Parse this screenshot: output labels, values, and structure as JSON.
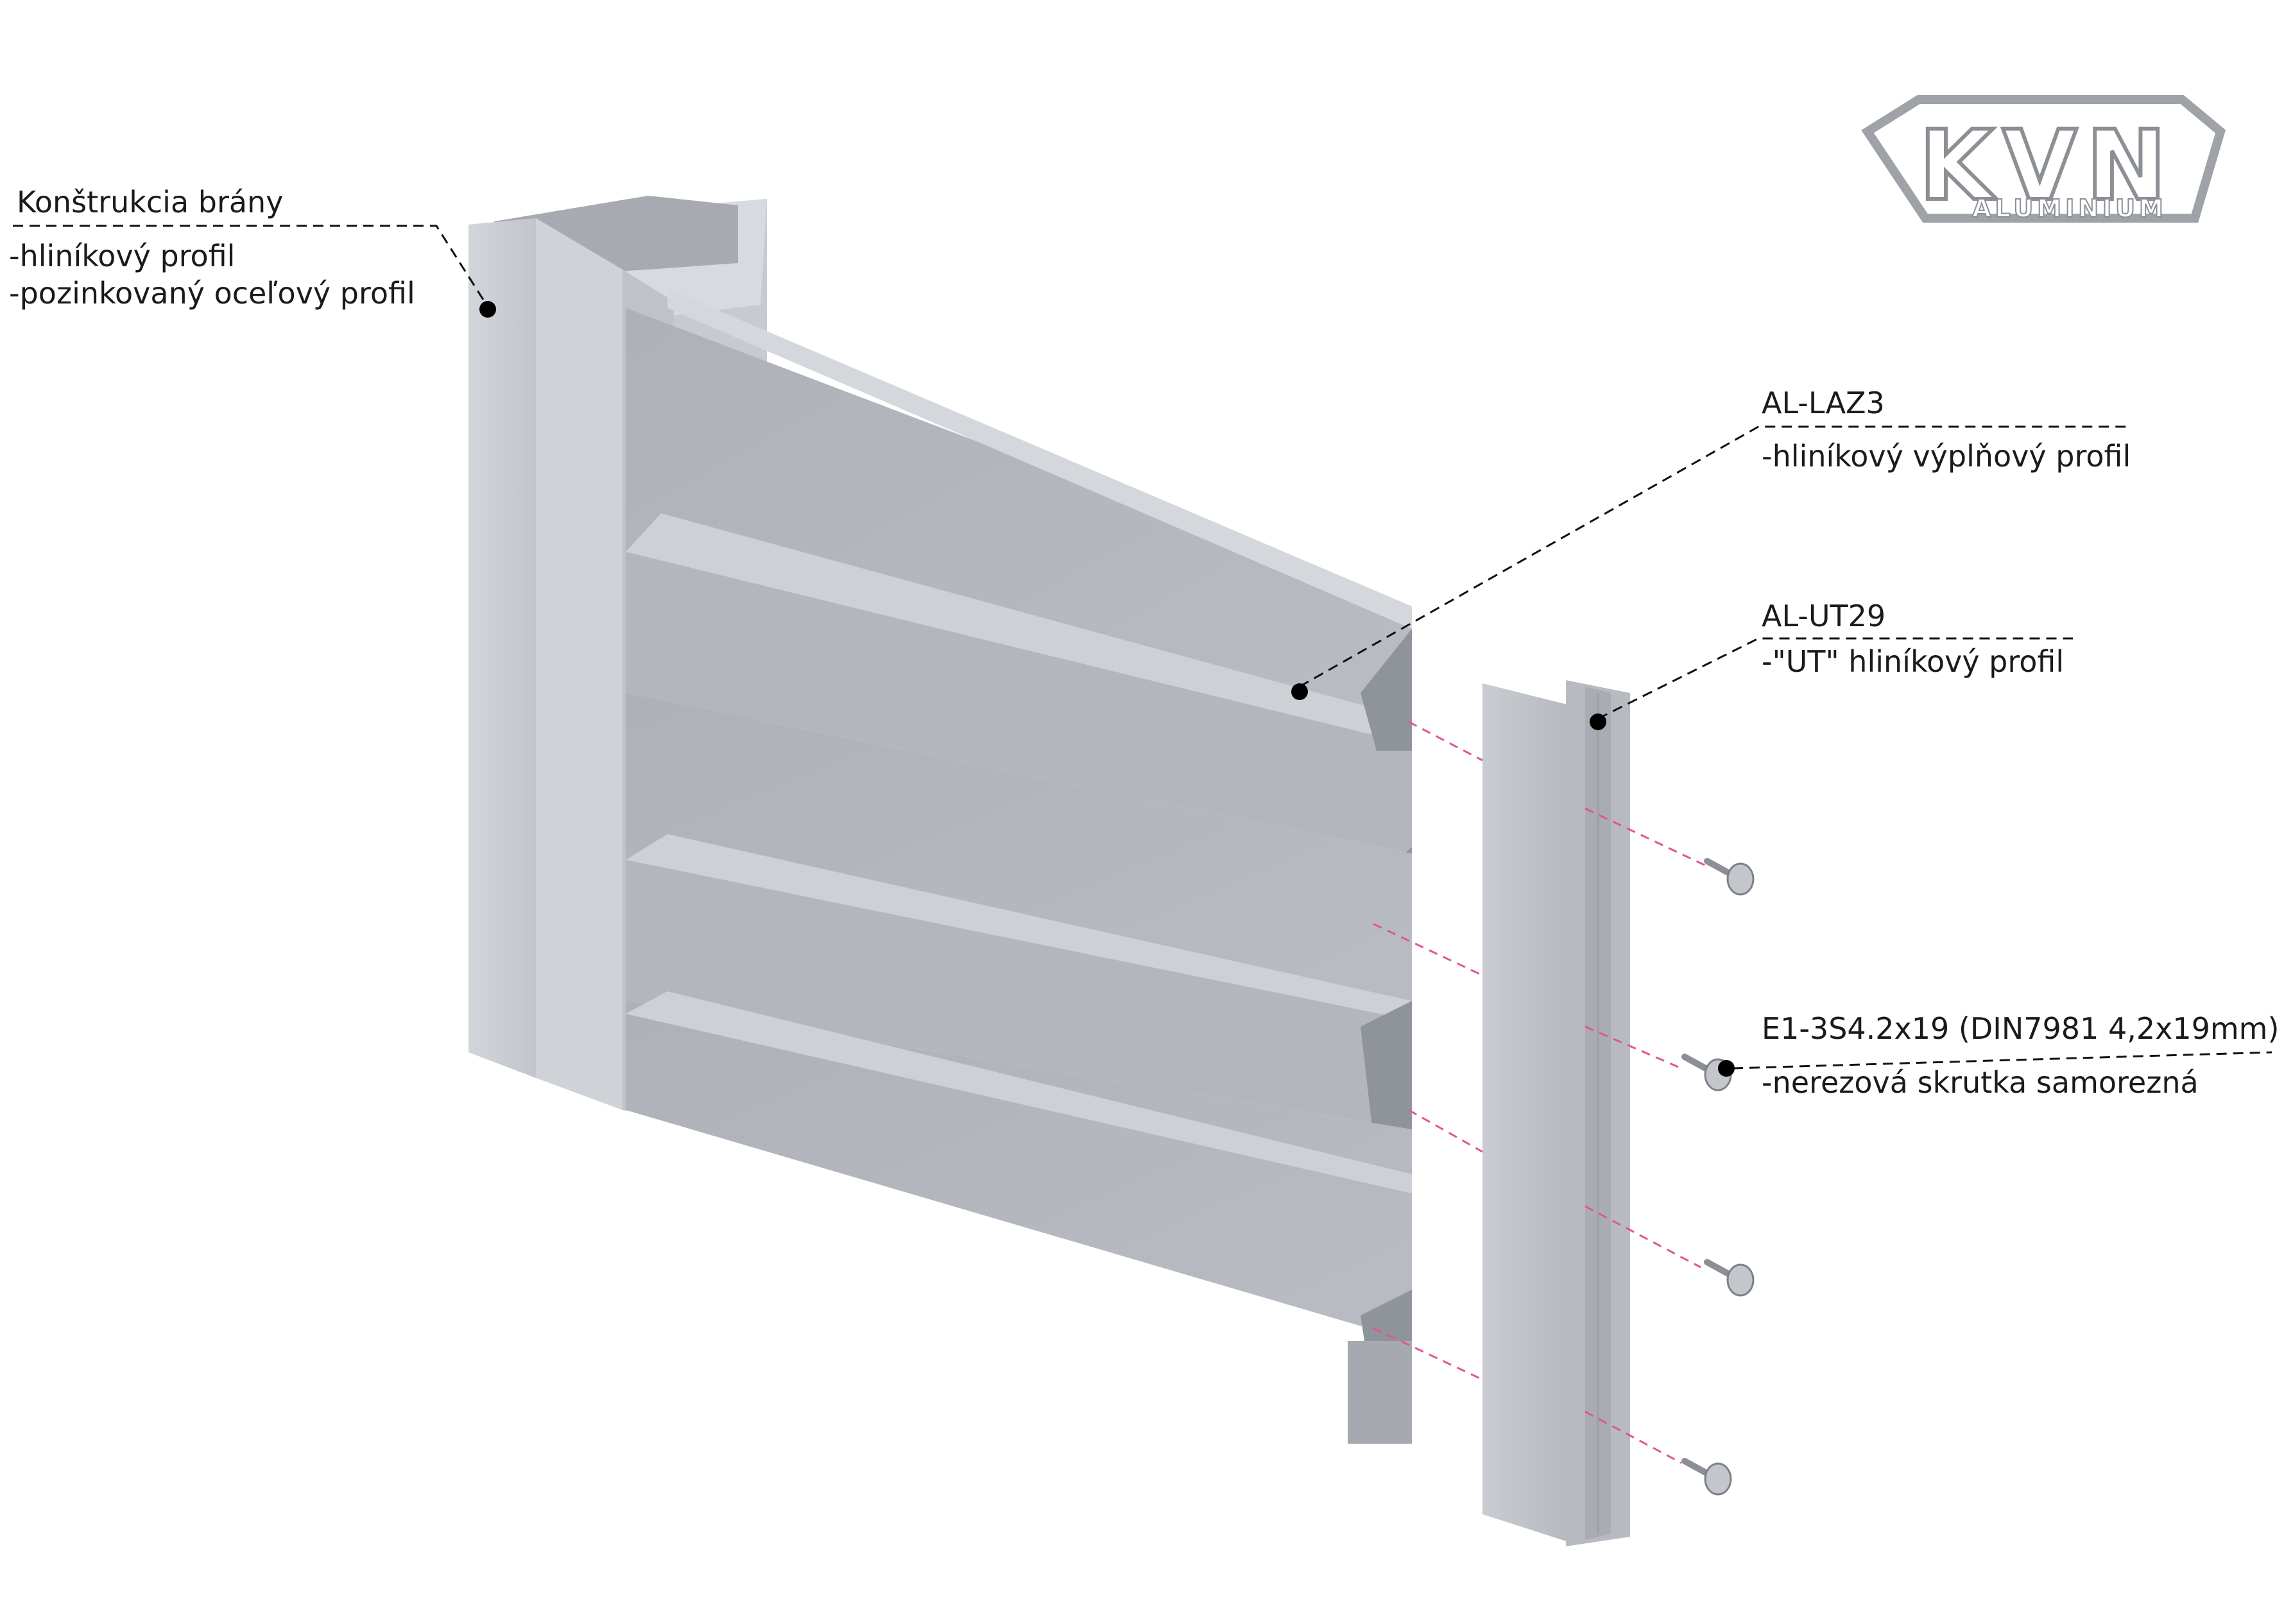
{
  "labels": {
    "frame": {
      "title": "Konštrukcia brány",
      "line1": "-hliníkový profil",
      "line2": "-pozinkovaný oceľový profil"
    },
    "laz3": {
      "title": "AL-LAZ3",
      "line1": "-hliníkový výplňový profil"
    },
    "ut29": {
      "title": "AL-UT29",
      "line1": "-\"UT\" hliníkový profil"
    },
    "screw": {
      "title": "E1-3S4.2x19 (DIN7981 4,2x19mm)",
      "line1": "-nerezová skrutka samorezná"
    }
  },
  "logo": {
    "text": "KVN",
    "subtext": "ALUMINIUM"
  },
  "colors": {
    "metal_light": "#d4d7dc",
    "metal_mid": "#b8bcc2",
    "metal_dark": "#a2a6ad",
    "line_dark": "#111111",
    "guide_pink": "#e0559a"
  }
}
